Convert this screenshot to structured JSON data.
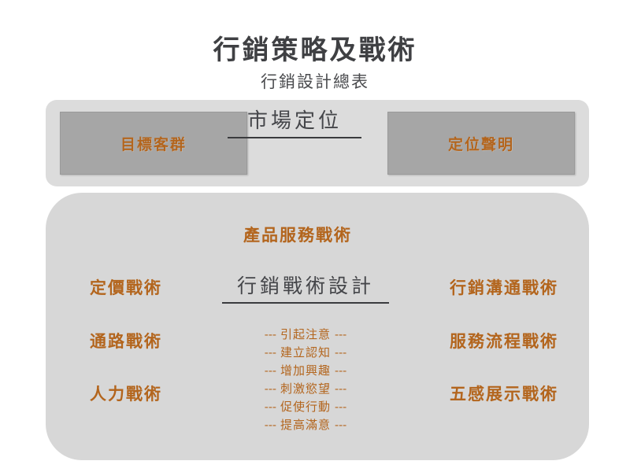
{
  "slide": {
    "title": "行銷策略及戰術",
    "subtitle": "行銷設計總表"
  },
  "colors": {
    "accent_text": "#b3651d",
    "heading_text": "#45464a",
    "panel_top_bg": "#dcdcdc",
    "panel_main_bg": "#d7d7d7",
    "gray_box_bg": "#a6a6a6",
    "rule": "#3a3b3e",
    "page_bg": "#ffffff"
  },
  "panel_top": {
    "center_heading": "市場定位",
    "left_box_label": "目標客群",
    "right_box_label": "定位聲明"
  },
  "panel_main": {
    "product_heading": "產品服務戰術",
    "center_heading": "行銷戰術設計",
    "left_column": [
      "定價戰術",
      "通路戰術",
      "人力戰術"
    ],
    "right_column": [
      "行銷溝通戰術",
      "服務流程戰術",
      "五感展示戰術"
    ],
    "steps": [
      "引起注意",
      "建立認知",
      "增加興趣",
      "刺激慾望",
      "促使行動",
      "提高滿意"
    ],
    "step_dash": "---"
  }
}
